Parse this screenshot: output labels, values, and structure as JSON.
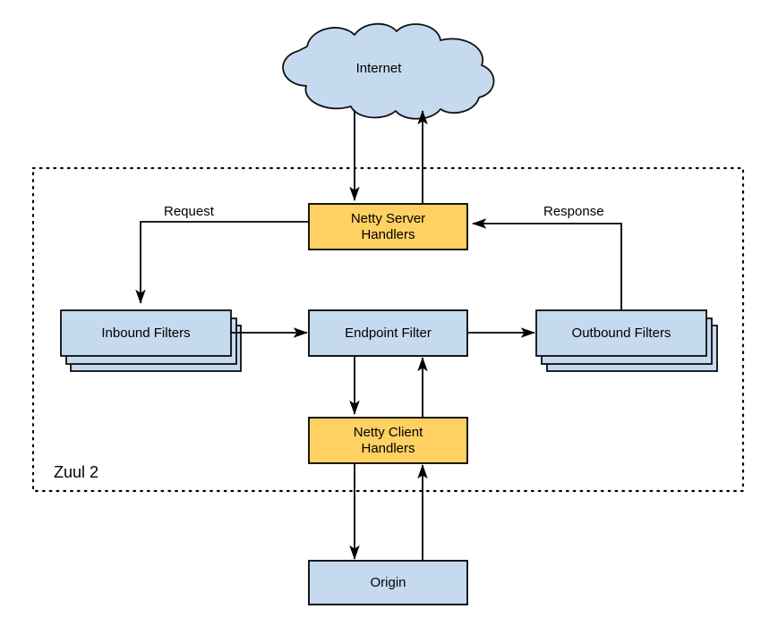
{
  "diagram": {
    "title": "Zuul 2 request/response flow",
    "colors": {
      "node_blue_fill": "#c5d9ef",
      "node_yellow_fill": "#ffd062",
      "node_stroke": "#000000",
      "cloud_fill": "#c5d9ef",
      "background": "#ffffff",
      "boundary_stroke": "#000000"
    },
    "boundary": {
      "label": "Zuul 2",
      "style": "dotted"
    },
    "nodes": [
      {
        "id": "internet",
        "label": "Internet",
        "shape": "cloud",
        "fill": "#c5d9ef"
      },
      {
        "id": "netty-server-handlers",
        "label": "Netty Server\nHandlers",
        "shape": "rect",
        "fill": "#ffd062"
      },
      {
        "id": "inbound-filters",
        "label": "Inbound Filters",
        "shape": "stacked-rect",
        "fill": "#c5d9ef"
      },
      {
        "id": "endpoint-filter",
        "label": "Endpoint Filter",
        "shape": "rect",
        "fill": "#c5d9ef"
      },
      {
        "id": "outbound-filters",
        "label": "Outbound Filters",
        "shape": "stacked-rect",
        "fill": "#c5d9ef"
      },
      {
        "id": "netty-client-handlers",
        "label": "Netty Client\nHandlers",
        "shape": "rect",
        "fill": "#ffd062"
      },
      {
        "id": "origin",
        "label": "Origin",
        "shape": "rect",
        "fill": "#c5d9ef"
      }
    ],
    "edge_labels": [
      {
        "id": "request",
        "label": "Request"
      },
      {
        "id": "response",
        "label": "Response"
      }
    ],
    "edges": [
      {
        "from": "internet",
        "to": "netty-server-handlers",
        "direction": "down"
      },
      {
        "from": "netty-server-handlers",
        "to": "internet",
        "direction": "up"
      },
      {
        "from": "netty-server-handlers",
        "to": "inbound-filters",
        "label": "Request"
      },
      {
        "from": "inbound-filters",
        "to": "endpoint-filter",
        "direction": "right"
      },
      {
        "from": "endpoint-filter",
        "to": "outbound-filters",
        "direction": "right"
      },
      {
        "from": "outbound-filters",
        "to": "netty-server-handlers",
        "label": "Response"
      },
      {
        "from": "endpoint-filter",
        "to": "netty-client-handlers",
        "direction": "down"
      },
      {
        "from": "netty-client-handlers",
        "to": "endpoint-filter",
        "direction": "up"
      },
      {
        "from": "netty-client-handlers",
        "to": "origin",
        "direction": "down"
      },
      {
        "from": "origin",
        "to": "netty-client-handlers",
        "direction": "up"
      }
    ]
  }
}
